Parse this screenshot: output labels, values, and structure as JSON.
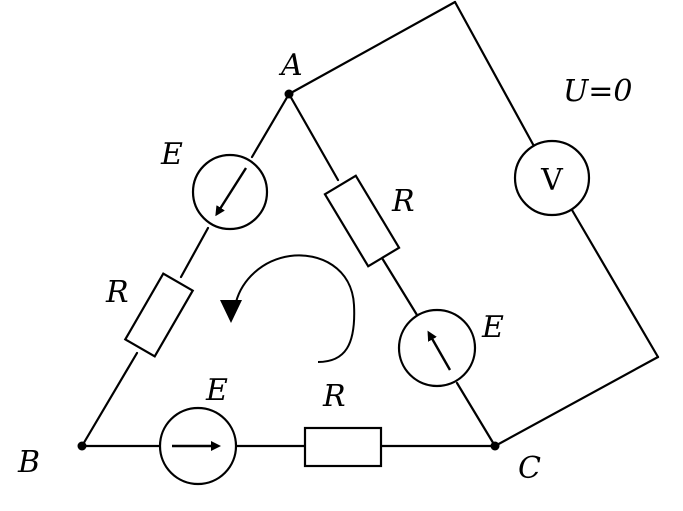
{
  "nodes": {
    "a": "A",
    "b": "B",
    "c": "C"
  },
  "labels": {
    "emf_ab": "E",
    "emf_bc": "E",
    "emf_ac": "E",
    "res_ab": "R",
    "res_bc": "R",
    "res_ac": "R",
    "voltmeter_symbol": "V",
    "voltmeter_reading": "U=0"
  }
}
